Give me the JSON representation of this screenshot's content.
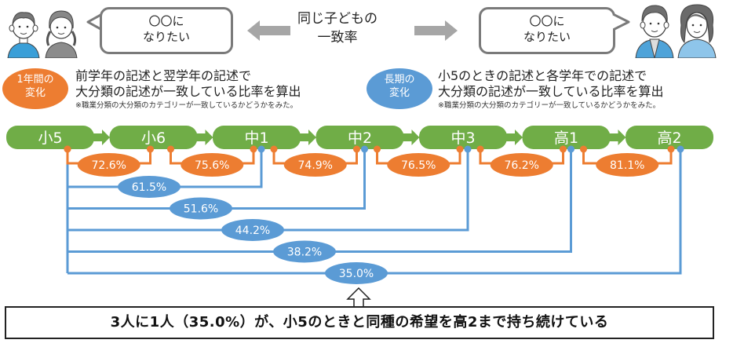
{
  "header": {
    "left_bubble": {
      "line1": "〇〇に",
      "line2": "なりたい"
    },
    "right_bubble": {
      "line1": "〇〇に",
      "line2": "なりたい"
    },
    "center_title": {
      "line1": "同じ子どもの",
      "line2": "一致率"
    },
    "left_people": [
      "boy-elementary",
      "girl-elementary"
    ],
    "right_people": [
      "boy-highschool",
      "girl-highschool"
    ]
  },
  "legend": {
    "yearly": {
      "badge_line1": "1年間の",
      "badge_line2": "変化",
      "badge_color": "#ED7D31",
      "main_line1": "前学年の記述と翌学年の記述で",
      "main_line2": "大分類の記述が一致している比率を算出",
      "note": "※職業分類の大分類のカテゴリーが一致しているかどうかをみた。"
    },
    "longterm": {
      "badge_line1": "長期の",
      "badge_line2": "変化",
      "badge_color": "#5B9BD5",
      "main_line1": "小5のときの記述と各学年での記述で",
      "main_line2": "大分類の記述が一致している比率を算出",
      "note": "※職業分類の大分類のカテゴリーが一致しているかどうかをみた。"
    }
  },
  "colors": {
    "stage_green": "#70AD47",
    "yearly_orange": "#ED7D31",
    "longterm_blue": "#5B9BD5",
    "arrow_gray": "#A6A6A6"
  },
  "chart_data": {
    "type": "diagram",
    "title": "同じ子どもの一致率",
    "stages": [
      "小5",
      "小6",
      "中1",
      "中2",
      "中3",
      "高1",
      "高2"
    ],
    "yearly_changes": [
      {
        "from": "小5",
        "to": "小6",
        "label": "72.6%",
        "value": 72.6
      },
      {
        "from": "小6",
        "to": "中1",
        "label": "75.6%",
        "value": 75.6
      },
      {
        "from": "中1",
        "to": "中2",
        "label": "74.9%",
        "value": 74.9
      },
      {
        "from": "中2",
        "to": "中3",
        "label": "76.5%",
        "value": 76.5
      },
      {
        "from": "中3",
        "to": "高1",
        "label": "76.2%",
        "value": 76.2
      },
      {
        "from": "高1",
        "to": "高2",
        "label": "81.1%",
        "value": 81.1
      }
    ],
    "longterm_changes": [
      {
        "from": "小5",
        "to": "中1",
        "label": "61.5%",
        "value": 61.5
      },
      {
        "from": "小5",
        "to": "中2",
        "label": "51.6%",
        "value": 51.6
      },
      {
        "from": "小5",
        "to": "中3",
        "label": "44.2%",
        "value": 44.2
      },
      {
        "from": "小5",
        "to": "高1",
        "label": "38.2%",
        "value": 38.2
      },
      {
        "from": "小5",
        "to": "高2",
        "label": "35.0%",
        "value": 35.0
      }
    ]
  },
  "summary": {
    "text": "3人に1人（35.0%）が、小5のときと同種の希望を高2まで持ち続けている"
  }
}
